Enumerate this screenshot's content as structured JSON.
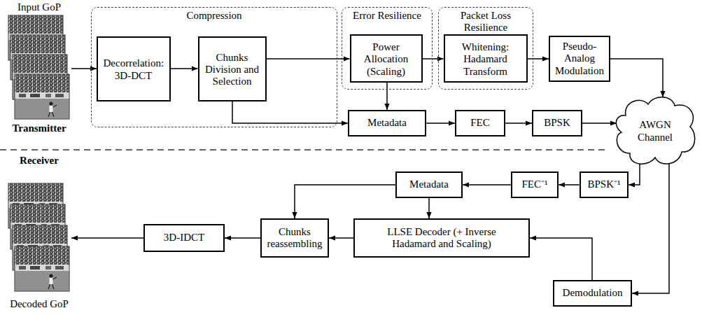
{
  "diagram": {
    "nodes": [
      {
        "text": [
          "Compression"
        ]
      },
      {
        "text": [
          "Decorrelation: 3D-DCT"
        ],
        "in": 0
      },
      {
        "text": [
          "Chunks Division and Selection"
        ],
        "in": 0
      },
      {
        "text": [
          "Error Resilience"
        ]
      },
      {
        "text": [
          "Power Allocation (Scaling)"
        ],
        "in": 3
      },
      {
        "text": [
          "Packet Loss Resilience"
        ]
      },
      {
        "text": [
          "Whitening: Hadamard Transform"
        ],
        "in": 5
      },
      {
        "text": [
          "Pseudo-Analog Modulation"
        ]
      },
      {
        "text": [
          "Metadata"
        ]
      },
      {
        "text": [
          "FEC"
        ]
      },
      {
        "text": [
          "BPSK"
        ]
      },
      {
        "text": [
          "AWGN Channel"
        ]
      },
      {
        "text": [
          "Metadata"
        ]
      },
      {
        "text": [
          "FEC⁻¹"
        ]
      },
      {
        "text": [
          "BPSK⁻¹"
        ]
      },
      {
        "text": [
          "Chunks reassembling"
        ]
      },
      {
        "text": [
          "LLSE Decoder (+ Inverse Hadamard and Scaling)"
        ]
      },
      {
        "text": [
          "3D-IDCT"
        ]
      },
      {
        "text": [
          "Demodulation"
        ]
      }
    ],
    "edges": [
      {
        "from": 1,
        "to": 2,
        "arrow": "to"
      },
      {
        "from": 2,
        "to": 4,
        "arrow": "to"
      },
      {
        "from": 4,
        "to": 6,
        "arrow": "to"
      },
      {
        "from": 6,
        "to": 7,
        "arrow": "to"
      },
      {
        "from": 7,
        "to": 11,
        "arrow": "to"
      },
      {
        "from": 2,
        "to": 8,
        "arrow": "to"
      },
      {
        "from": 4,
        "to": 8,
        "arrow": "to"
      },
      {
        "from": 8,
        "to": 9,
        "arrow": "to"
      },
      {
        "from": 9,
        "to": 10,
        "arrow": "to"
      },
      {
        "from": 10,
        "to": 11,
        "arrow": "to"
      },
      {
        "from": 11,
        "to": 14,
        "arrow": "to"
      },
      {
        "from": 14,
        "to": 13,
        "arrow": "to"
      },
      {
        "from": 13,
        "to": 12,
        "arrow": "to"
      },
      {
        "from": 12,
        "to": 15,
        "arrow": "to"
      },
      {
        "from": 12,
        "to": 16,
        "arrow": "to"
      },
      {
        "from": 11,
        "to": 18,
        "arrow": "to"
      },
      {
        "from": 18,
        "to": 16,
        "arrow": "to"
      },
      {
        "from": 16,
        "to": 15,
        "arrow": "to"
      },
      {
        "from": 15,
        "to": 17,
        "arrow": "to"
      }
    ],
    "labels": [
      "Input GoP",
      "Transmitter",
      "Receiver",
      "Decoded GoP"
    ]
  }
}
